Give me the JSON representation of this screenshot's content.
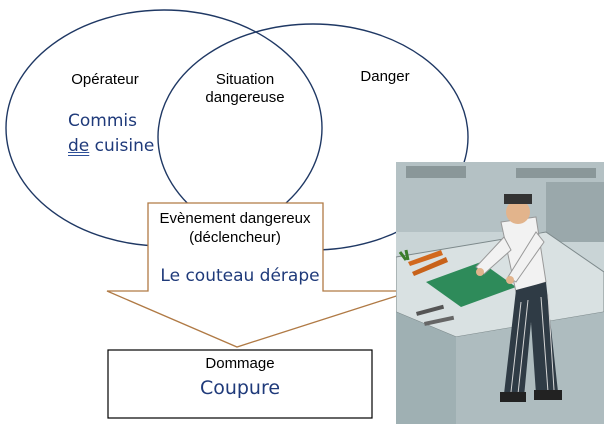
{
  "diagram": {
    "operator_label": "Opérateur",
    "operator_value_line1": "Commis",
    "operator_value_line2_a": "de",
    "operator_value_line2_b": "cuisine",
    "situation_line1": "Situation",
    "situation_line2": "dangereuse",
    "danger_label": "Danger",
    "event_line1": "Evènement dangereux",
    "event_line2": "(déclencheur)",
    "event_value": "Le couteau dérape",
    "damage_label": "Dommage",
    "damage_value": "Coupure"
  },
  "colors": {
    "circle_stroke": "#1f3864",
    "arrow_stroke": "#b07a45",
    "box_stroke": "#000000",
    "value_text": "#1f3a7a"
  },
  "illustration": {
    "icon": "chef-cutting-board-illustration"
  }
}
